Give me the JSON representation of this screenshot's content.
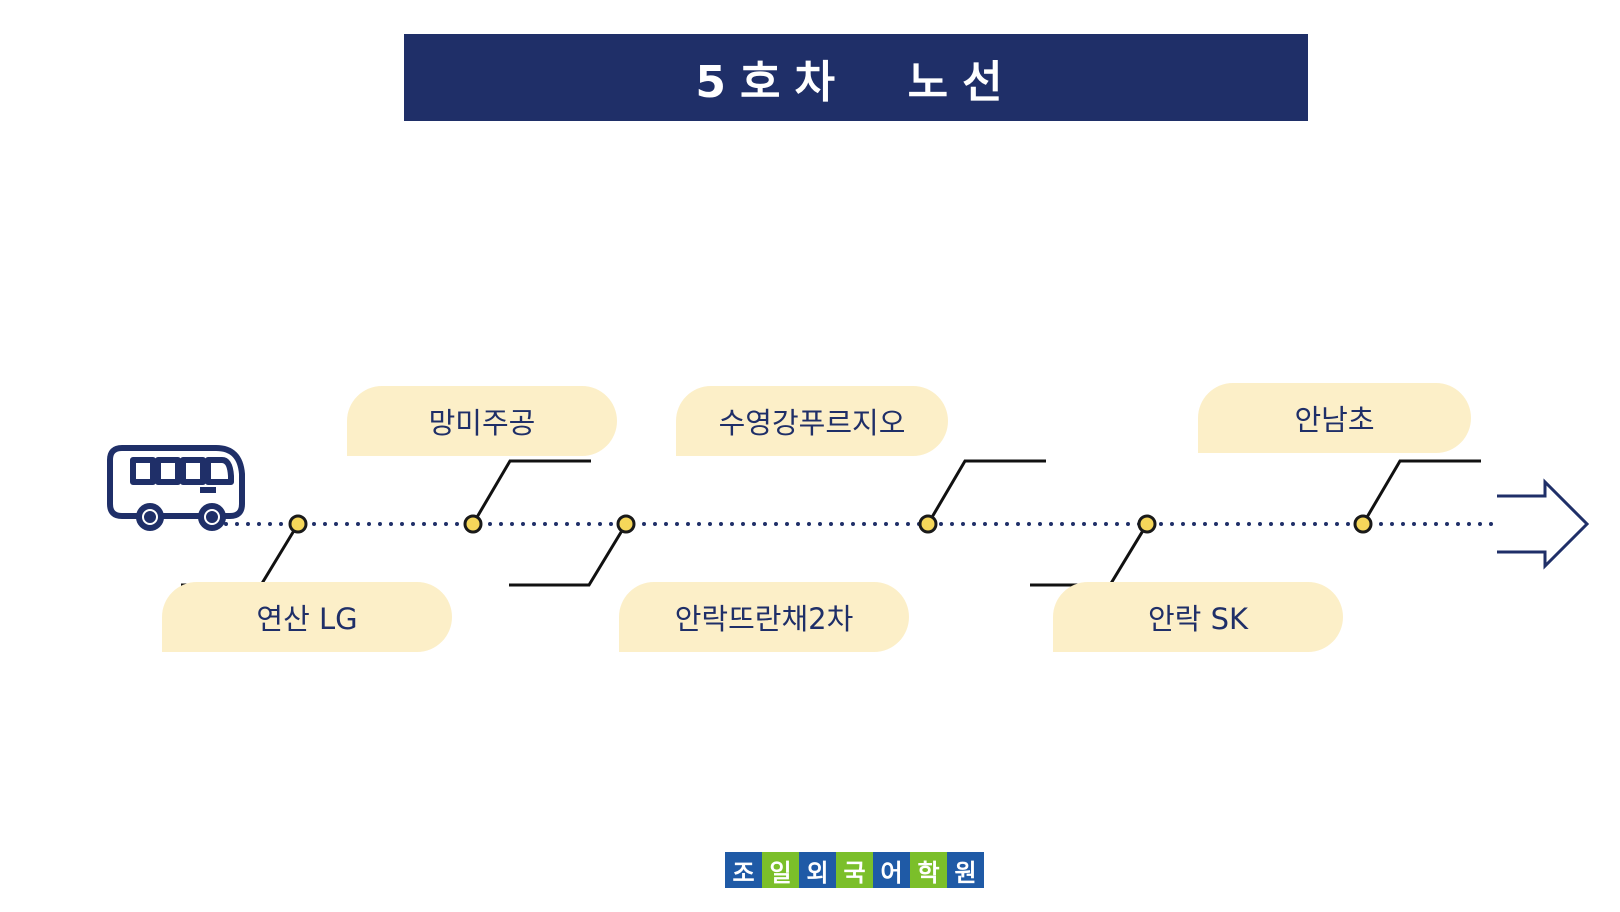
{
  "title": "5호차  노선",
  "colors": {
    "navy": "#1f2f68",
    "label_bg": "#fcefc8",
    "stop_fill": "#f6d75a",
    "logo_blue": "#1f5aa6",
    "logo_green": "#7bbf2a"
  },
  "stops": [
    {
      "name": "연산 LG",
      "position": "bottom"
    },
    {
      "name": "망미주공",
      "position": "top"
    },
    {
      "name": "안락뜨란채2차",
      "position": "bottom"
    },
    {
      "name": "수영강푸르지오",
      "position": "top"
    },
    {
      "name": "안락 SK",
      "position": "bottom"
    },
    {
      "name": "안남초",
      "position": "top"
    }
  ],
  "icons": {
    "start": "bus-icon",
    "end": "arrow-right-icon"
  },
  "logo": {
    "chars": [
      "조",
      "일",
      "외",
      "국",
      "어",
      "학",
      "원"
    ],
    "colors": [
      "blue",
      "green",
      "blue",
      "green",
      "blue",
      "green",
      "blue"
    ]
  }
}
